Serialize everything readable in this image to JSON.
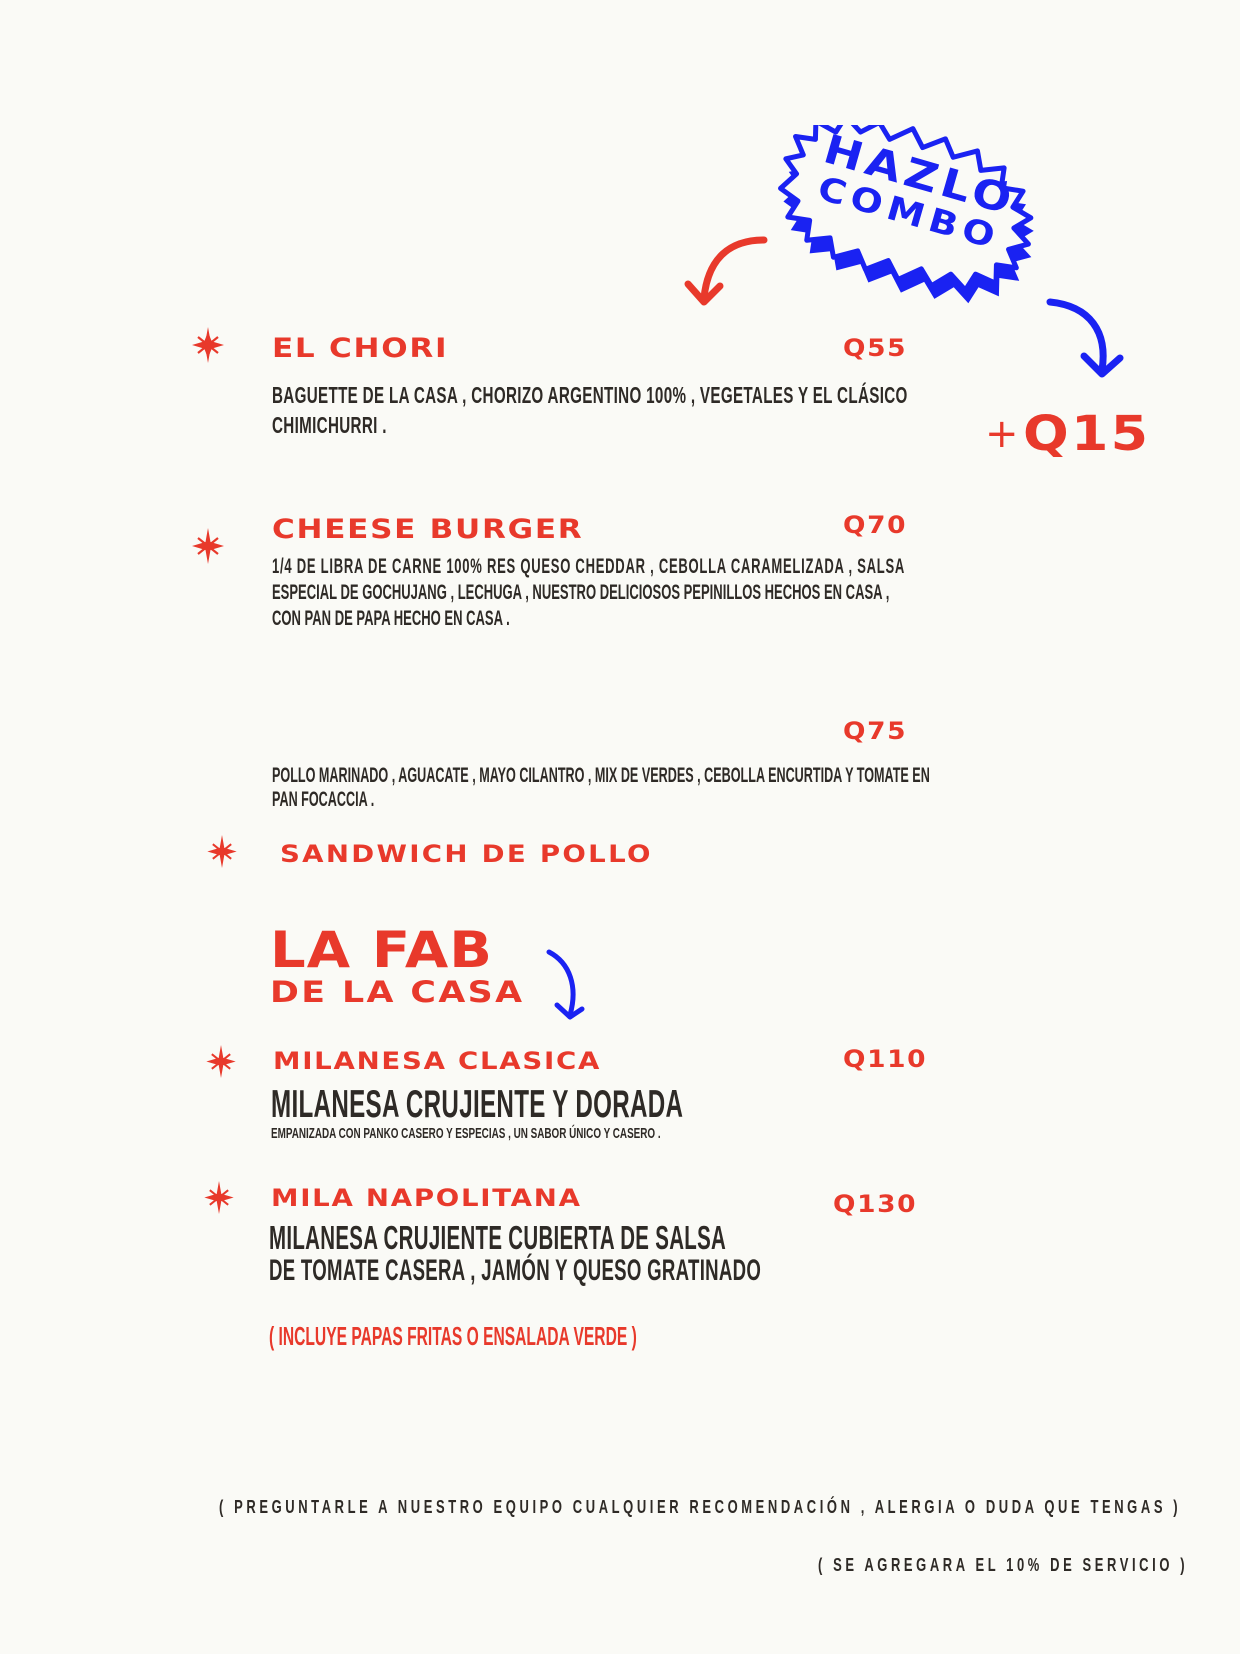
{
  "combo_badge": {
    "line1": "HAZLO",
    "line2": "COMBO",
    "price": "Q15",
    "price_prefix": "+"
  },
  "colors": {
    "background": "#FAFAF6",
    "accent_red": "#E8392B",
    "accent_blue": "#1A22F2",
    "text_dark": "#2E2A26"
  },
  "menu_items": [
    {
      "name": "EL CHORI",
      "price": "Q55",
      "description_lines": [
        "BAGUETTE DE LA CASA , CHORIZO ARGENTINO 100% , VEGETALES Y EL CLÁSICO",
        "CHIMICHURRI ."
      ]
    },
    {
      "name": "CHEESE BURGER",
      "price": "Q70",
      "description_lines": [
        "1/4 DE LIBRA DE CARNE 100% RES QUESO CHEDDAR , CEBOLLA CARAMELIZADA , SALSA",
        "ESPECIAL DE GOCHUJANG , LECHUGA , NUESTRO DELICIOSOS PEPINILLOS HECHOS EN CASA ,",
        "CON PAN DE PAPA HECHO EN CASA ."
      ]
    },
    {
      "name": "SANDWICH DE POLLO",
      "price": "Q75",
      "description_lines": [
        " POLLO  MARINADO , AGUACATE , MAYO CILANTRO , MIX DE VERDES , CEBOLLA ENCURTIDA Y TOMATE EN",
        "PAN FOCACCIA ."
      ]
    }
  ],
  "section_fab": {
    "line1": "LA FAB",
    "line2": "DE LA CASA"
  },
  "fab_items": [
    {
      "name": "MILANESA CLASICA",
      "price": "Q110",
      "headline": "MILANESA CRUJIENTE Y DORADA",
      "subline": "EMPANIZADA CON PANKO CASERO Y ESPECIAS  , UN SABOR ÚNICO Y CASERO ."
    },
    {
      "name": "MILA NAPOLITANA",
      "price": "Q130",
      "headline": "MILANESA CRUJIENTE  CUBIERTA DE SALSA",
      "subline": "DE TOMATE CASERA , JAMÓN Y QUESO GRATINADO"
    }
  ],
  "includes_note": "( INCLUYE PAPAS FRITAS  O ENSALADA VERDE )",
  "footer": {
    "note": "( PREGUNTARLE A  NUESTRO EQUIPO CUALQUIER RECOMENDACIÓN , ALERGIA O DUDA QUE TENGAS )",
    "service": "( SE AGREGARA EL 10% DE SERVICIO  )"
  }
}
